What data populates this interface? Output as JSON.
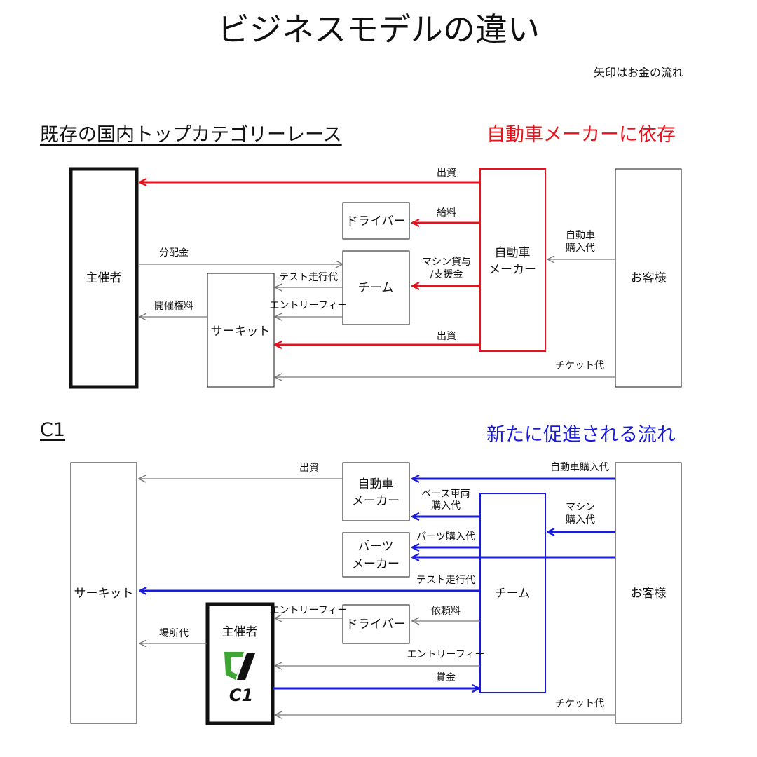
{
  "title": "ビジネスモデルの違い",
  "note": "矢印はお金の流れ",
  "sections": [
    {
      "title": "既存の国内トップカテゴリーレース",
      "tag": "自動車メーカーに依存",
      "tag_color": "#e8121c",
      "nodes": {
        "organizer": "主催者",
        "driver": "ドライバー",
        "team": "チーム",
        "circuit": "サーキット",
        "maker": [
          "自動車",
          "メーカー"
        ],
        "customer": "お客様"
      },
      "flows": {
        "investment_to_organizer": "出資",
        "salary": "給料",
        "car_purchase": [
          "自動車",
          "購入代"
        ],
        "distribution": "分配金",
        "machine_support": [
          "マシン貸与",
          "/支援金"
        ],
        "test_run_fee": "テスト走行代",
        "hosting_fee": "開催権料",
        "entry_fee": "エントリーフィー",
        "investment_to_circuit": "出資",
        "ticket": "チケット代"
      }
    },
    {
      "title": "C1",
      "tag": "新たに促進される流れ",
      "tag_color": "#1a1adf",
      "nodes": {
        "circuit": "サーキット",
        "maker": [
          "自動車",
          "メーカー"
        ],
        "parts_maker": [
          "パーツ",
          "メーカー"
        ],
        "team": "チーム",
        "driver": "ドライバー",
        "organizer": "主催者",
        "logo_text": "C1",
        "customer": "お客様"
      },
      "flows": {
        "investment": "出資",
        "car_purchase": "自動車購入代",
        "base_car": [
          "ベース車両",
          "購入代"
        ],
        "machine_purchase": [
          "マシン",
          "購入代"
        ],
        "parts_purchase": "パーツ購入代",
        "test_run_fee": "テスト走行代",
        "driver_entry": "エントリーフィー",
        "request_fee": "依頼料",
        "venue_fee": "場所代",
        "team_entry": "エントリーフィー",
        "prize": "賞金",
        "ticket": "チケット代"
      }
    }
  ],
  "colors": {
    "red": "#e8121c",
    "blue": "#1a1adf",
    "gray": "#8c8c8c",
    "black": "#111111",
    "logo_green": "#3fa535"
  }
}
